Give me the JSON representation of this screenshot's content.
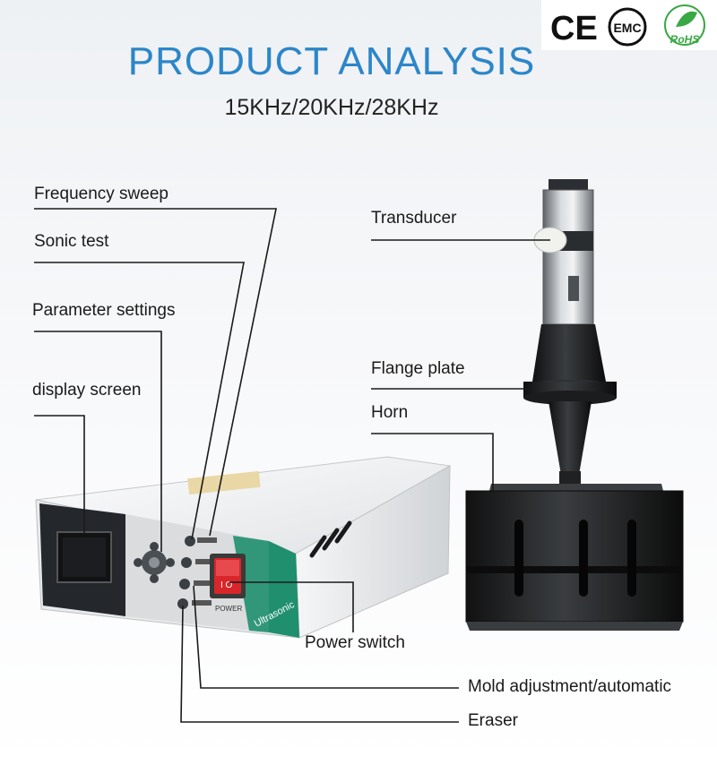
{
  "header": {
    "title": "PRODUCT ANALYSIS",
    "subtitle": "15KHz/20KHz/28KHz"
  },
  "certifications": {
    "ce": "CE",
    "emc": "EMC",
    "rohs": "RoHS"
  },
  "callouts": {
    "frequency_sweep": "Frequency sweep",
    "sonic_test": "Sonic test",
    "parameter_settings": "Parameter settings",
    "display_screen": "display screen",
    "transducer": "Transducer",
    "flange_plate": "Flange plate",
    "horn": "Horn",
    "power_switch": "Power switch",
    "mold_adjustment": "Mold adjustment/automatic",
    "eraser": "Eraser"
  },
  "device": {
    "brand_text": "Ultrasonic",
    "power_text": "POWER"
  },
  "colors": {
    "title_blue": "#2c86c9",
    "panel_teal": "#1f8f6e",
    "switch_red": "#d8262a",
    "rohs_green": "#3aa845"
  }
}
